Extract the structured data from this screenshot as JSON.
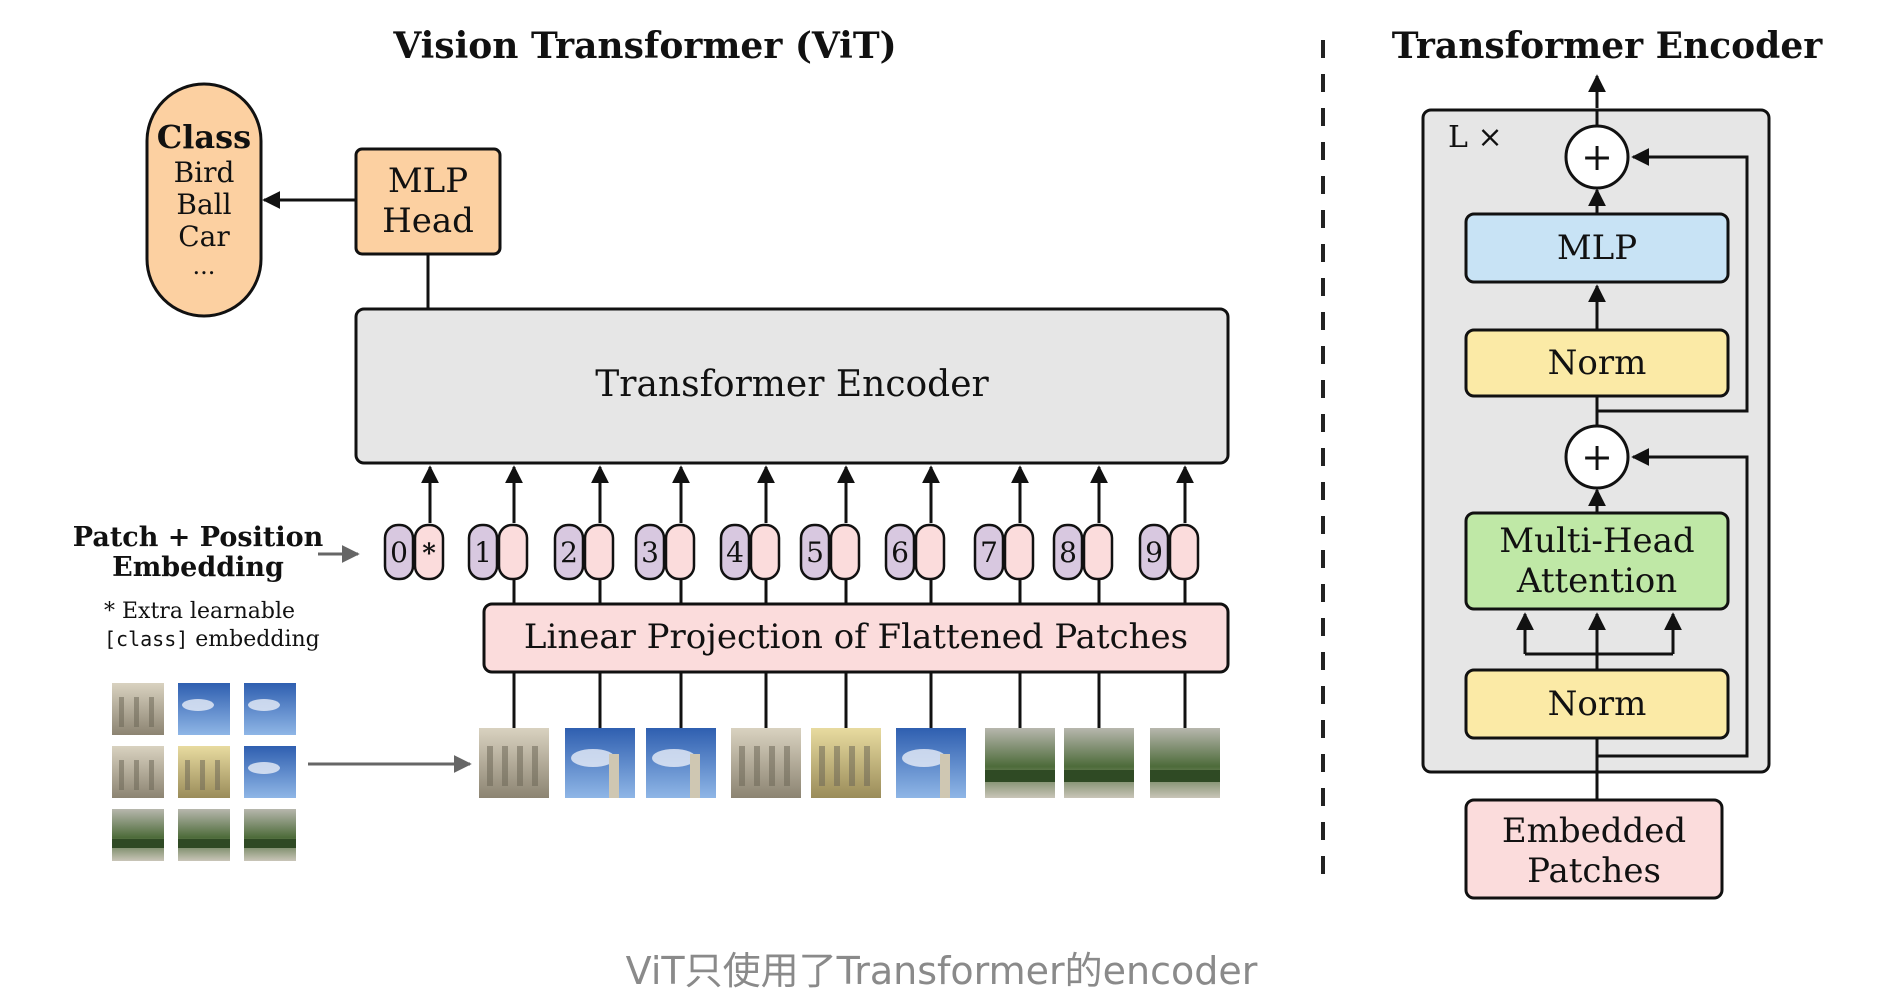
{
  "vit": {
    "title": "Vision Transformer (ViT)",
    "class_box": {
      "heading": "Class",
      "items": [
        "Bird",
        "Ball",
        "Car",
        "..."
      ]
    },
    "mlp_head": {
      "line1": "MLP",
      "line2": "Head"
    },
    "encoder_label": "Transformer Encoder",
    "embedding_label": {
      "line1": "Patch + Position",
      "line2": "Embedding"
    },
    "note": {
      "line1": "* Extra learnable",
      "code": "[class]",
      "rest": " embedding"
    },
    "tokens": [
      "0",
      "1",
      "2",
      "3",
      "4",
      "5",
      "6",
      "7",
      "8",
      "9"
    ],
    "class_token_symbol": "*",
    "linear_projection": "Linear Projection of Flattened Patches"
  },
  "encoder_detail": {
    "title": "Transformer Encoder",
    "repeat": "L ×",
    "plus_symbol": "+",
    "mlp": "MLP",
    "norm_top": "Norm",
    "attention": {
      "line1": "Multi-Head",
      "line2": "Attention"
    },
    "norm_bottom": "Norm",
    "embedded_patches": {
      "line1": "Embedded",
      "line2": "Patches"
    }
  },
  "caption": "ViT只使用了Transformer的encoder",
  "colors": {
    "orange": "#fcd0a1",
    "gray": "#e6e6e6",
    "pink": "#fbdcdc",
    "purple": "#d8c8e0",
    "blue": "#c8e3f5",
    "yellow": "#fbeaa6",
    "green": "#bfe8a6"
  }
}
